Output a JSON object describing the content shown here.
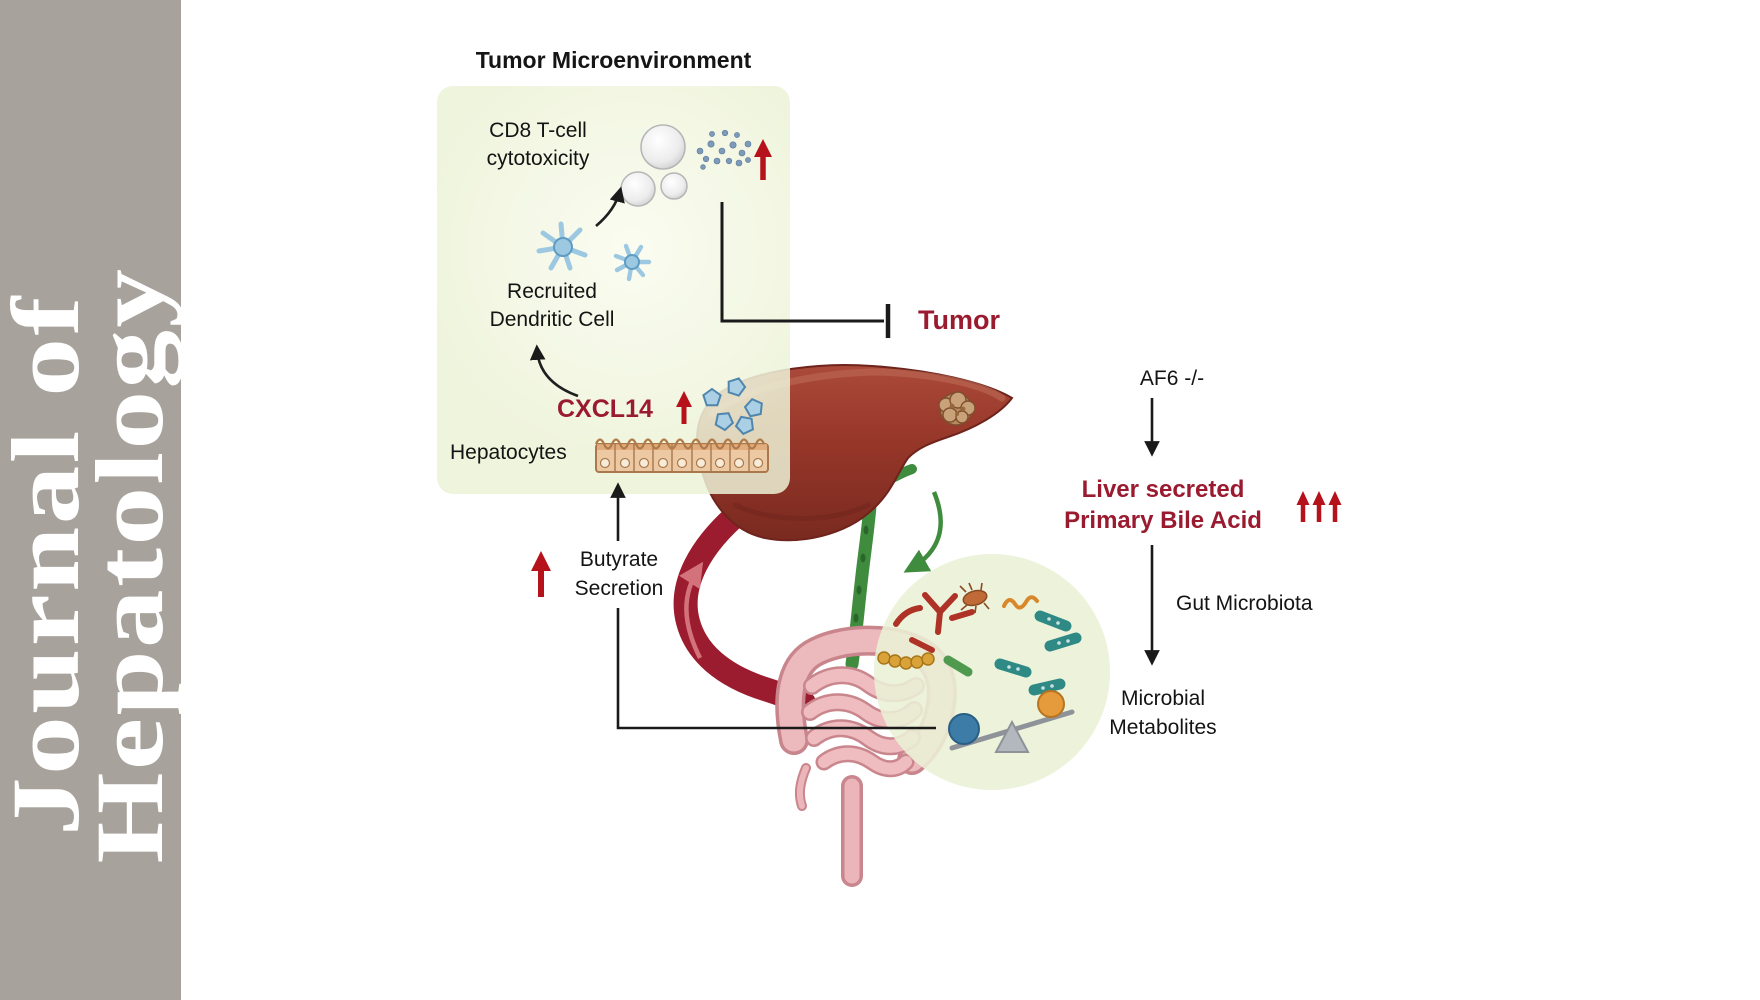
{
  "sidebar": {
    "line1": "Journal of",
    "line2": "Hepatology"
  },
  "figure": {
    "tme_title": "Tumor Microenvironment",
    "cd8_label": "CD8 T-cell\ncytotoxicity",
    "dendritic_label": "Recruited\nDendritic Cell",
    "cxcl14_label": "CXCL14",
    "hepatocytes_label": "Hepatocytes",
    "tumor_label": "Tumor",
    "butyrate_label": "Butyrate\nSecretion",
    "af6_label": "AF6 -/-",
    "bile_label": "Liver secreted\nPrimary Bile Acid",
    "gut_microbiota_label": "Gut Microbiota",
    "microbial_label": "Microbial\nMetabolites"
  },
  "icons": {
    "up_arrow": "increase",
    "down_arrow": "flow / leads to",
    "inhibition_bar": "inhibits",
    "triple_up_arrow": "strong increase"
  },
  "colors": {
    "accent-red": "#b5121b",
    "dark-red": "#9a1b2f",
    "panel-green": "#eef3da",
    "liver-red": "#963629",
    "bile-duct-green": "#3f8c3e",
    "portal-vein-red": "#9b1c2e",
    "intestine-pink": "#ecb9bc",
    "microbiota-green": "#eaf0d6",
    "sidebar-gray": "#a7a29b"
  }
}
